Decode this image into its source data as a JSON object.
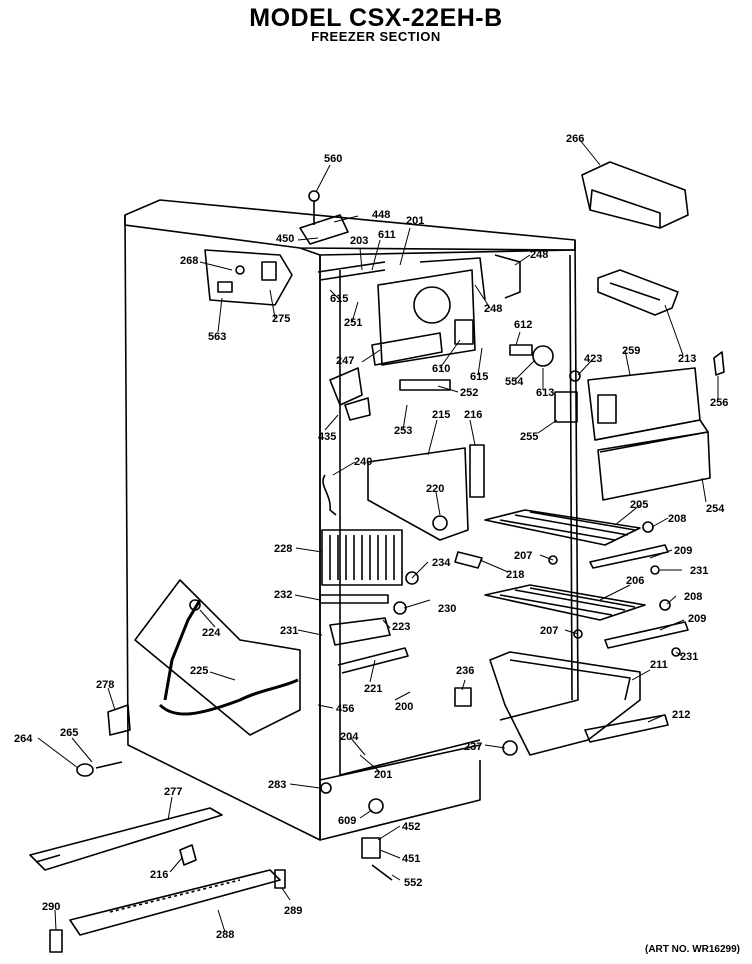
{
  "header": {
    "title": "MODEL CSX-22EH-B",
    "subtitle": "FREEZER SECTION"
  },
  "footer": {
    "art_number": "(ART NO. WR16299)"
  },
  "part_labels": [
    {
      "id": "p560",
      "text": "560"
    },
    {
      "id": "p448",
      "text": "448"
    },
    {
      "id": "p450",
      "text": "450"
    },
    {
      "id": "p201a",
      "text": "201"
    },
    {
      "id": "p203",
      "text": "203"
    },
    {
      "id": "p611",
      "text": "611"
    },
    {
      "id": "p268",
      "text": "268"
    },
    {
      "id": "p563",
      "text": "563"
    },
    {
      "id": "p275",
      "text": "275"
    },
    {
      "id": "p615a",
      "text": "615"
    },
    {
      "id": "p251",
      "text": "251"
    },
    {
      "id": "p248a",
      "text": "248"
    },
    {
      "id": "p248b",
      "text": "248"
    },
    {
      "id": "p266",
      "text": "266"
    },
    {
      "id": "p213",
      "text": "213"
    },
    {
      "id": "p247",
      "text": "247"
    },
    {
      "id": "p610",
      "text": "610"
    },
    {
      "id": "p615b",
      "text": "615"
    },
    {
      "id": "p612",
      "text": "612"
    },
    {
      "id": "p554",
      "text": "554"
    },
    {
      "id": "p613",
      "text": "613"
    },
    {
      "id": "p423",
      "text": "423"
    },
    {
      "id": "p259",
      "text": "259"
    },
    {
      "id": "p256",
      "text": "256"
    },
    {
      "id": "p252",
      "text": "252"
    },
    {
      "id": "p435",
      "text": "435"
    },
    {
      "id": "p253",
      "text": "253"
    },
    {
      "id": "p215",
      "text": "215"
    },
    {
      "id": "p216",
      "text": "216"
    },
    {
      "id": "p255",
      "text": "255"
    },
    {
      "id": "p240",
      "text": "240"
    },
    {
      "id": "p220",
      "text": "220"
    },
    {
      "id": "p205",
      "text": "205"
    },
    {
      "id": "p254",
      "text": "254"
    },
    {
      "id": "p208a",
      "text": "208"
    },
    {
      "id": "p228",
      "text": "228"
    },
    {
      "id": "p234",
      "text": "234"
    },
    {
      "id": "p207a",
      "text": "207"
    },
    {
      "id": "p209a",
      "text": "209"
    },
    {
      "id": "p218",
      "text": "218"
    },
    {
      "id": "p231a",
      "text": "231"
    },
    {
      "id": "p232",
      "text": "232"
    },
    {
      "id": "p230",
      "text": "230"
    },
    {
      "id": "p206",
      "text": "206"
    },
    {
      "id": "p208b",
      "text": "208"
    },
    {
      "id": "p224",
      "text": "224"
    },
    {
      "id": "p231b",
      "text": "231"
    },
    {
      "id": "p223",
      "text": "223"
    },
    {
      "id": "p209b",
      "text": "209"
    },
    {
      "id": "p207b",
      "text": "207"
    },
    {
      "id": "p231c",
      "text": "231"
    },
    {
      "id": "p225",
      "text": "225"
    },
    {
      "id": "p221",
      "text": "221"
    },
    {
      "id": "p236",
      "text": "236"
    },
    {
      "id": "p211",
      "text": "211"
    },
    {
      "id": "p278",
      "text": "278"
    },
    {
      "id": "p456",
      "text": "456"
    },
    {
      "id": "p200",
      "text": "200"
    },
    {
      "id": "p212",
      "text": "212"
    },
    {
      "id": "p264",
      "text": "264"
    },
    {
      "id": "p265",
      "text": "265"
    },
    {
      "id": "p204",
      "text": "204"
    },
    {
      "id": "p237",
      "text": "237"
    },
    {
      "id": "p201b",
      "text": "201"
    },
    {
      "id": "p283",
      "text": "283"
    },
    {
      "id": "p277",
      "text": "277"
    },
    {
      "id": "p609",
      "text": "609"
    },
    {
      "id": "p452",
      "text": "452"
    },
    {
      "id": "p216b",
      "text": "216"
    },
    {
      "id": "p451",
      "text": "451"
    },
    {
      "id": "p552",
      "text": "552"
    },
    {
      "id": "p290",
      "text": "290"
    },
    {
      "id": "p289",
      "text": "289"
    },
    {
      "id": "p288",
      "text": "288"
    }
  ]
}
